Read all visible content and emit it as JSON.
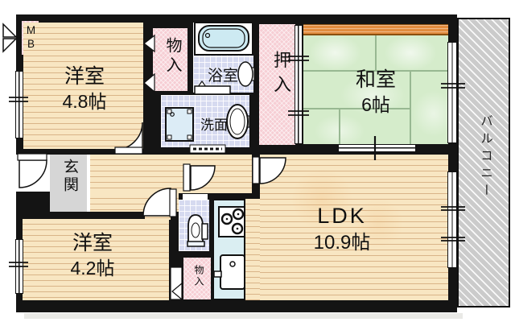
{
  "plan": {
    "type": "apartment-floor-plan",
    "rooms": {
      "bedroom1": {
        "name": "洋室",
        "size": "4.8帖"
      },
      "bedroom2": {
        "name": "洋室",
        "size": "4.2帖"
      },
      "japanese_room": {
        "name": "和室",
        "size": "6帖"
      },
      "ldk": {
        "name": "LDK",
        "size": "10.9帖"
      },
      "entrance": {
        "name": "玄関"
      },
      "bathroom": {
        "name": "浴室"
      },
      "washroom": {
        "name": "洗面"
      },
      "closet_oshiire": {
        "name": "押入"
      },
      "closet_upper": {
        "name": "物入"
      },
      "closet_lower": {
        "name": "物入"
      },
      "balcony": {
        "name": "バルコニー"
      },
      "meter_box": {
        "label": "MB"
      }
    },
    "fixtures": [
      "bathtub-icon",
      "washbasin-icon",
      "washing-machine-icon",
      "toilet-icon",
      "stove-icon",
      "kitchen-sink-icon",
      "door-arc",
      "sliding-window",
      "folding-door",
      "meter-box-doors"
    ],
    "colors": {
      "wall": "#141414",
      "wood_floor": "#f8e6c2",
      "tatami_green": "#d5eccb",
      "closet_pink": "#f6ced4",
      "tile_blue": "#d6daf0",
      "counter_blue": "#daeef2",
      "entrance_gray": "#d6d6d6",
      "balcony_gray": "#cbcbcb",
      "shelf_orange": "#e28c3e"
    }
  }
}
